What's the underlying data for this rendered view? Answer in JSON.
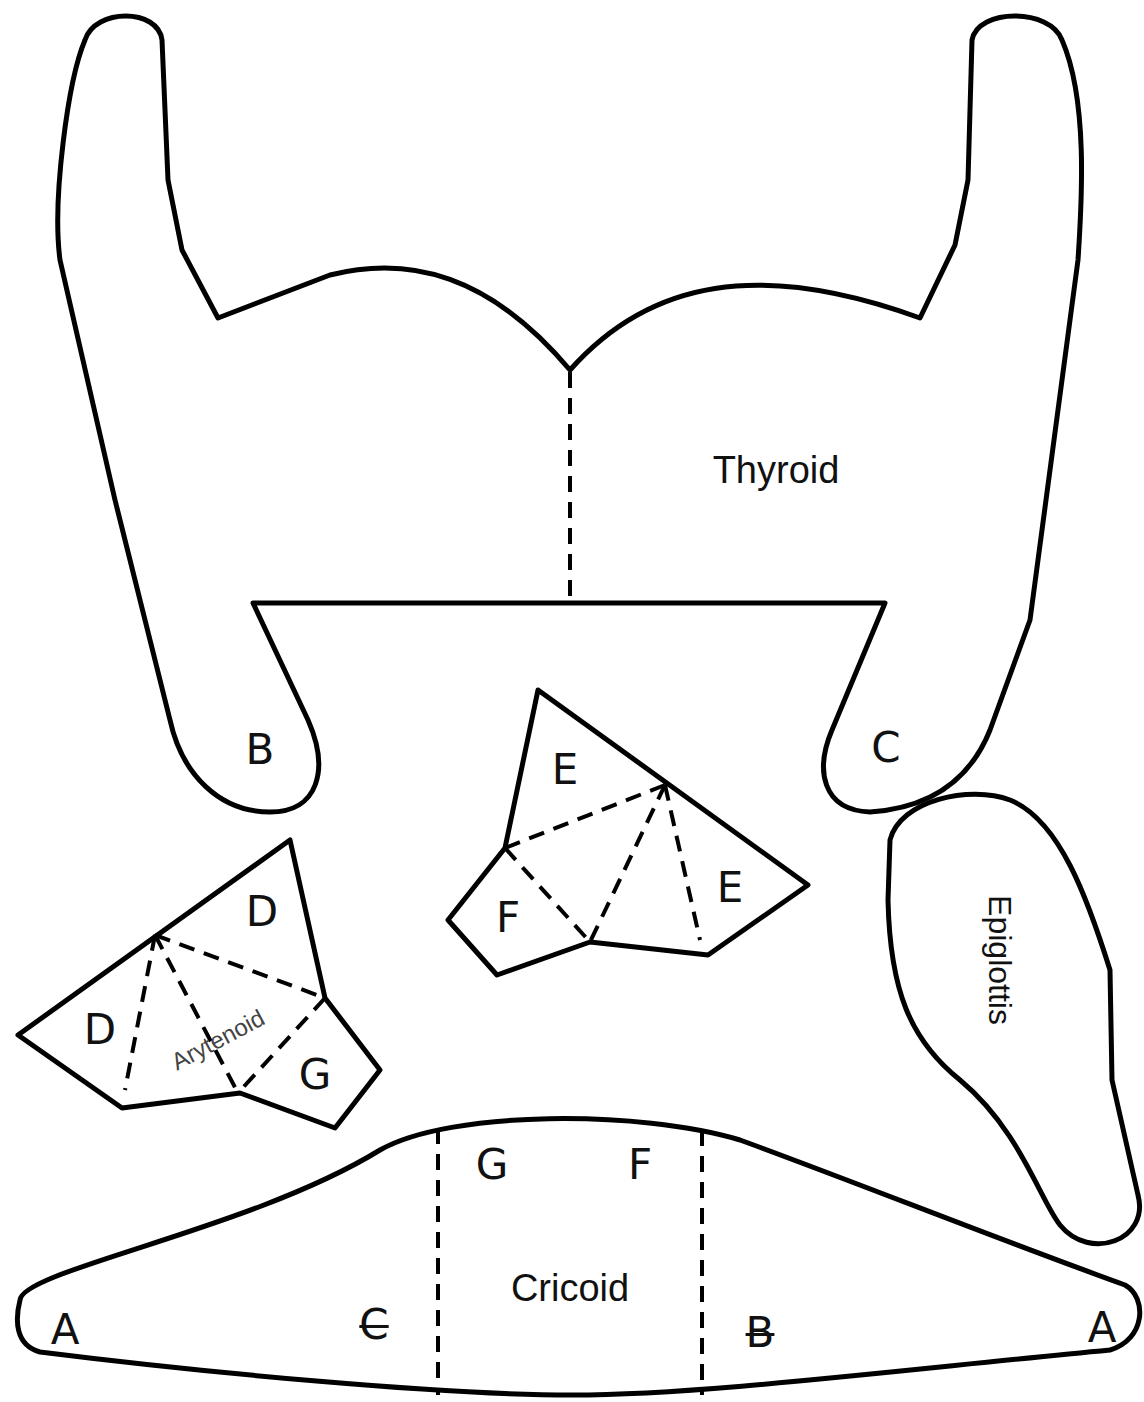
{
  "diagram": {
    "nodes": [
      {
        "text": [
          "Thyroid",
          "B",
          "C"
        ]
      },
      {
        "text": [
          "E",
          "F",
          "E"
        ]
      },
      {
        "text": [
          "Epiglottis"
        ]
      },
      {
        "text": [
          "D",
          "D",
          "Arytenoid",
          "G"
        ]
      },
      {
        "text": [
          "G",
          "F",
          "Cricoid",
          "A",
          "C",
          "B",
          "A"
        ]
      }
    ]
  }
}
